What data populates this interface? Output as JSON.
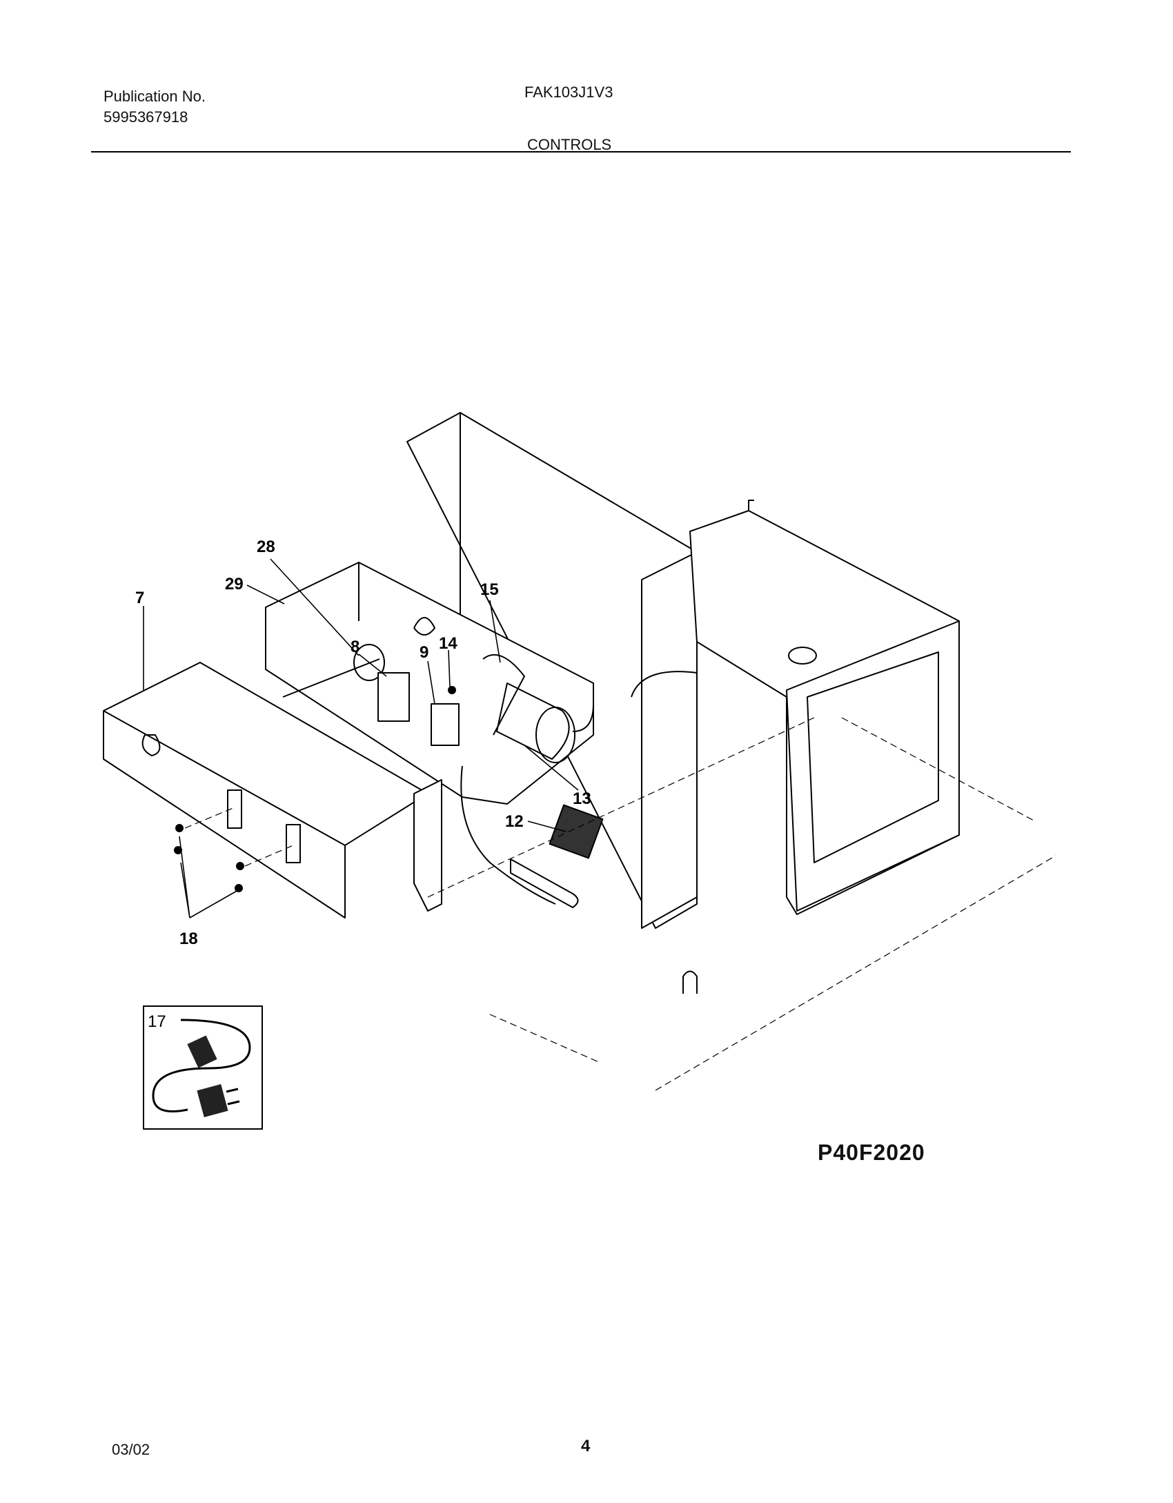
{
  "header": {
    "publication_label": "Publication No.",
    "publication_number": "5995367918",
    "model": "FAK103J1V3",
    "section": "CONTROLS"
  },
  "diagram": {
    "callouts": [
      "7",
      "8",
      "9",
      "12",
      "13",
      "14",
      "15",
      "17",
      "18",
      "28",
      "29"
    ],
    "figure_code": "P40F2020"
  },
  "footer": {
    "date": "03/02",
    "page": "4"
  }
}
